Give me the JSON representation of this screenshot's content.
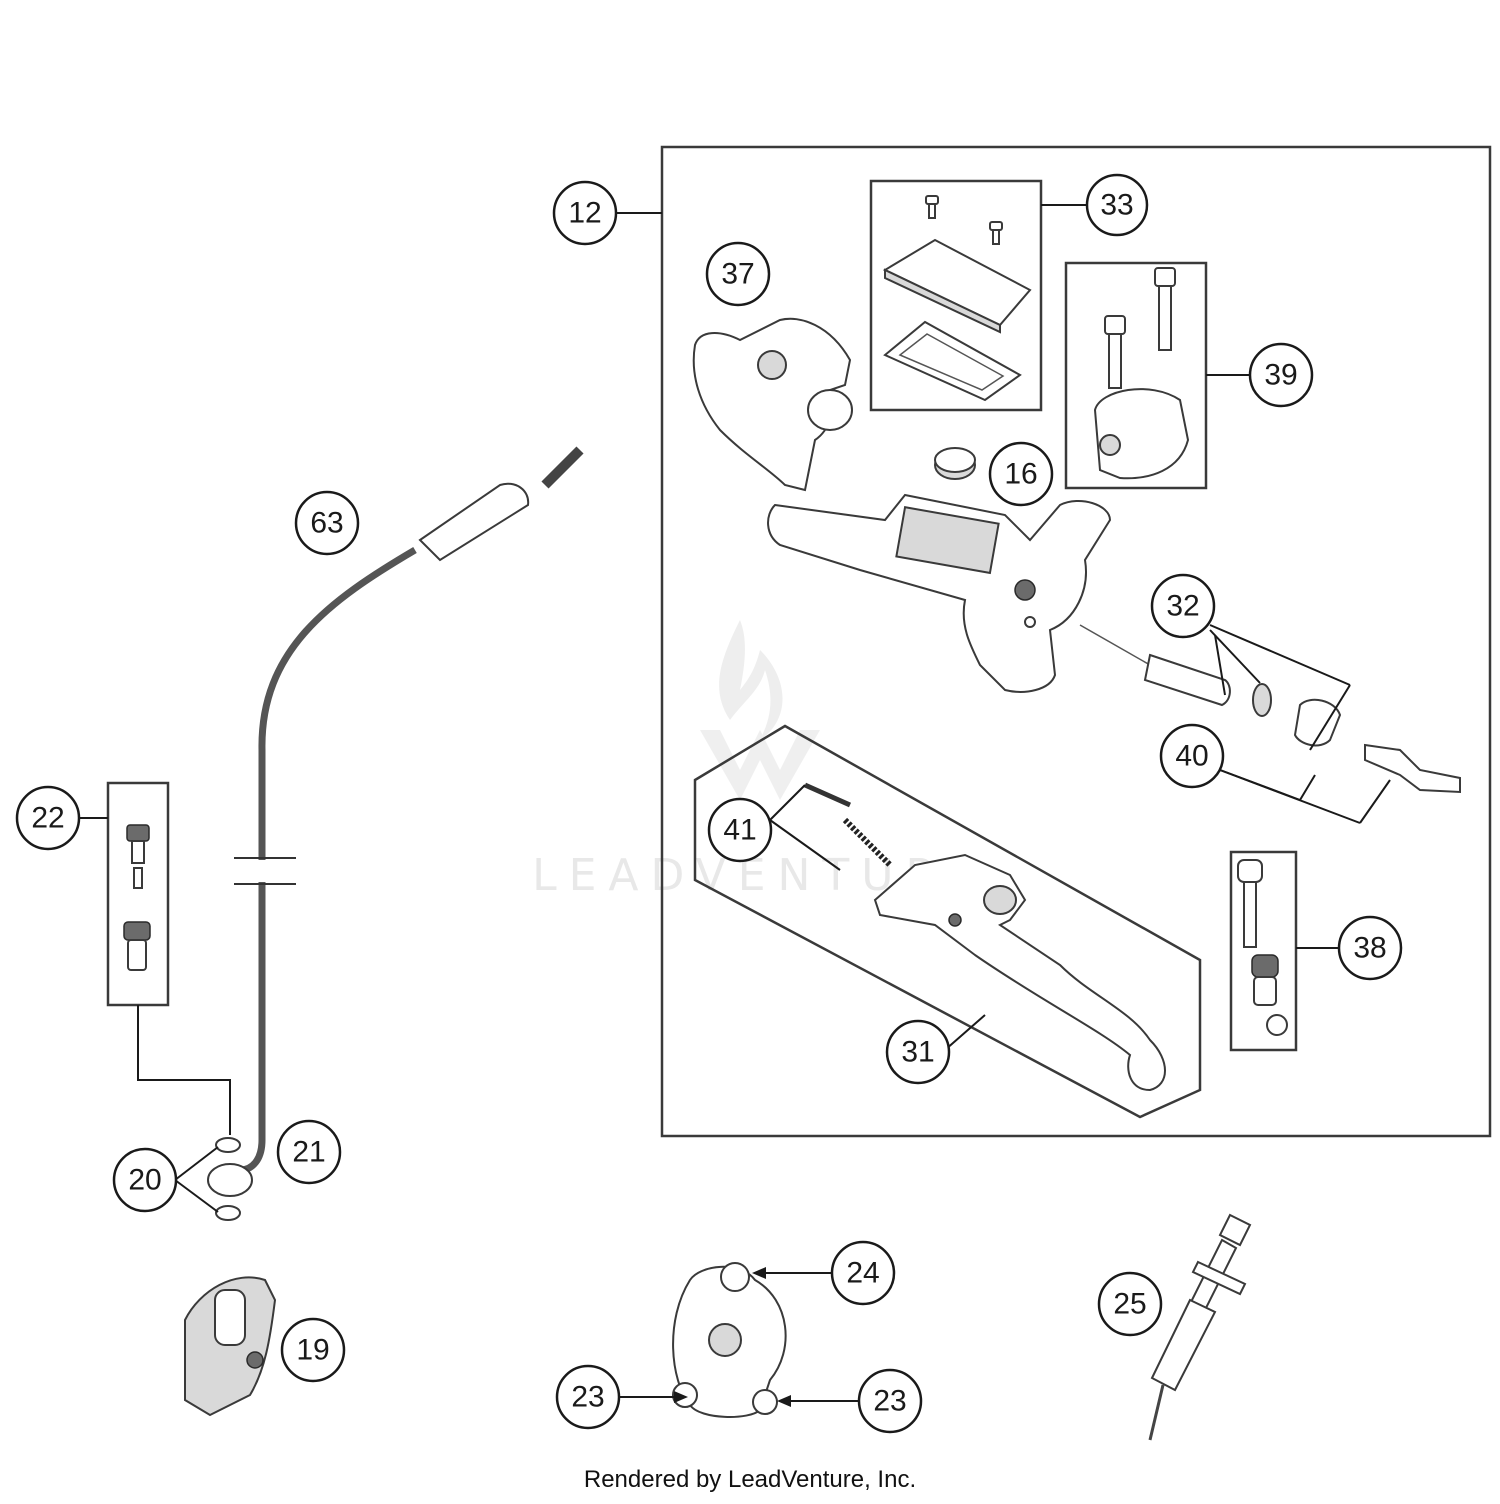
{
  "callouts": {
    "c12": "12",
    "c33": "33",
    "c37": "37",
    "c39": "39",
    "c16": "16",
    "c63": "63",
    "c32": "32",
    "c40": "40",
    "c22": "22",
    "c41": "41",
    "c38": "38",
    "c31": "31",
    "c20": "20",
    "c21": "21",
    "c24": "24",
    "c25": "25",
    "c19": "19",
    "c23a": "23",
    "c23b": "23"
  },
  "watermark": "LEADVENTURE",
  "footer": "Rendered by LeadVenture, Inc."
}
